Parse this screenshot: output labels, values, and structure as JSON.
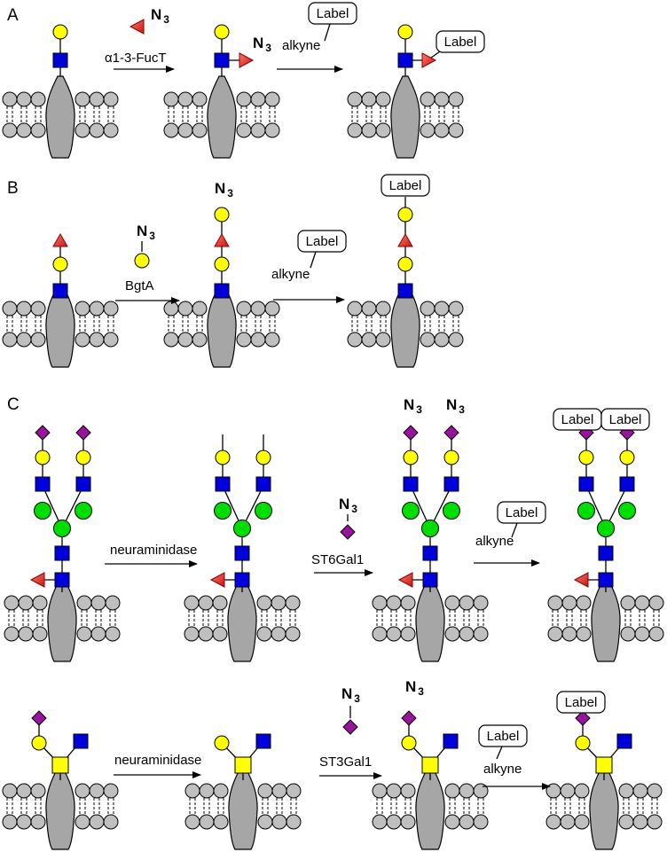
{
  "panels": {
    "a": "A",
    "b": "B",
    "c": "C"
  },
  "reagents": {
    "azide_n": "N",
    "azide_sub": "3",
    "label": "Label",
    "alkyne": "alkyne"
  },
  "enzymes": {
    "a1": "α1-3-FucT",
    "b1": "BgtA",
    "c1": "neuraminidase",
    "c2": "ST6Gal1",
    "d1": "neuraminidase",
    "d2": "ST3Gal1"
  },
  "colors": {
    "galactose": "#ffff00",
    "glcnac": "#0000dd",
    "mannose": "#00dd00",
    "fucose": "#e8302c",
    "sialic_acid": "#99149c",
    "galnac": "#ffff00",
    "membrane": "#bfbfbf",
    "protein": "#a6a6a6"
  },
  "icons": {
    "galactose": "yellow-circle-icon",
    "glcnac": "blue-square-icon",
    "mannose": "green-circle-icon",
    "fucose": "red-triangle-icon",
    "sialic_acid": "purple-diamond-icon",
    "galnac": "yellow-square-icon"
  }
}
